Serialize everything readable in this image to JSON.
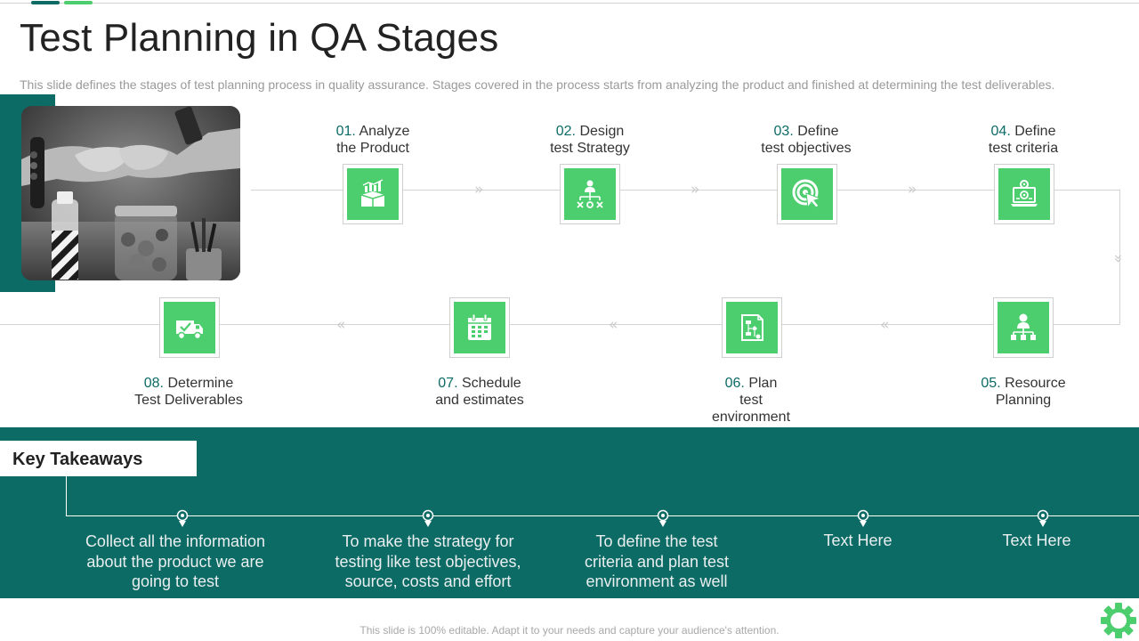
{
  "slide": {
    "title": "Test Planning  in QA Stages",
    "subtitle": "This slide defines the stages of  test planning process in quality assurance. Stages covered in the process starts from analyzing the product and finished at determining the test deliverables."
  },
  "colors": {
    "teal": "#0d6b66",
    "green": "#4ccd6e"
  },
  "stages": [
    {
      "num": "01.",
      "text": "Analyze\nthe Product",
      "icon": "growth-chart-box-icon"
    },
    {
      "num": "02.",
      "text": "Design\ntest Strategy",
      "icon": "org-structure-icon"
    },
    {
      "num": "03.",
      "text": "Define\ntest objectives",
      "icon": "target-cursor-icon"
    },
    {
      "num": "04.",
      "text": "Define\ntest criteria",
      "icon": "laptop-settings-icon"
    },
    {
      "num": "05.",
      "text": "Resource\nPlanning",
      "icon": "person-hierarchy-icon"
    },
    {
      "num": "06.",
      "text": "Plan\ntest\nenvironment",
      "icon": "flowchart-document-icon"
    },
    {
      "num": "07.",
      "text": "Schedule\nand estimates",
      "icon": "calendar-icon"
    },
    {
      "num": "08.",
      "text": "Determine\nTest Deliverables",
      "icon": "delivery-truck-check-icon"
    }
  ],
  "key_takeaways": {
    "heading": "Key Takeaways",
    "items": [
      "Collect all the information\nabout the product we are\ngoing to test",
      "To make the strategy for\ntesting like test objectives,\nsource, costs and effort",
      "To define the test\ncriteria and plan test\nenvironment as well",
      "Text Here",
      "Text Here"
    ]
  },
  "footer": "This slide is 100% editable. Adapt it to your needs and capture your audience's attention."
}
